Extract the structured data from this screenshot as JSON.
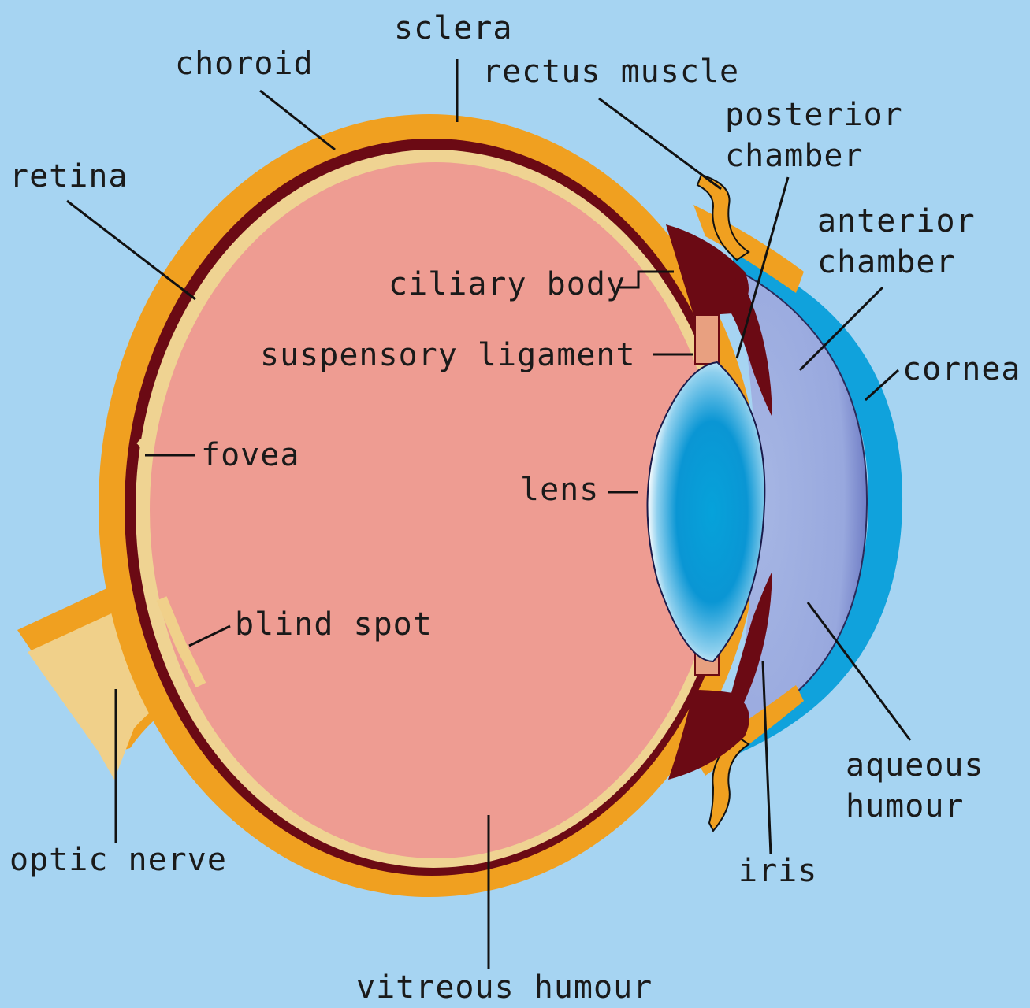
{
  "diagram": {
    "colors": {
      "background": "#a6d4f2",
      "sclera": "#f0a020",
      "choroid": "#6b0a14",
      "retina": "#efd392",
      "vitreous": "#ee9c92",
      "aqueous": "#a2b2e2",
      "cornea": "#10a2dc",
      "lens_core": "#06a2da",
      "optic_nerve": "#f0d08a",
      "suspensory_ligament": "#e8a080"
    },
    "labels": {
      "sclera": "sclera",
      "choroid": "choroid",
      "rectus_muscle": "rectus muscle",
      "posterior_chamber": "posterior\nchamber",
      "retina": "retina",
      "anterior_chamber": "anterior\nchamber",
      "ciliary_body": "ciliary body",
      "suspensory_ligament": "suspensory ligament",
      "cornea": "cornea",
      "fovea": "fovea",
      "lens": "lens",
      "blind_spot": "blind spot",
      "aqueous_humour": "aqueous\nhumour",
      "optic_nerve": "optic nerve",
      "iris": "iris",
      "vitreous_humour": "vitreous humour"
    }
  }
}
